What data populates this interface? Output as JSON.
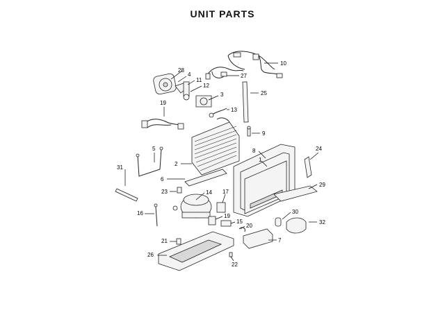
{
  "title": "UNIT PARTS",
  "callouts": [
    "1",
    "2",
    "3",
    "4",
    "5",
    "6",
    "7",
    "8",
    "9",
    "10",
    "11",
    "12",
    "13",
    "14",
    "15",
    "16",
    "17",
    "19",
    "20",
    "21",
    "22",
    "23",
    "24",
    "25",
    "26",
    "27",
    "28",
    "29",
    "30",
    "31",
    "32"
  ]
}
